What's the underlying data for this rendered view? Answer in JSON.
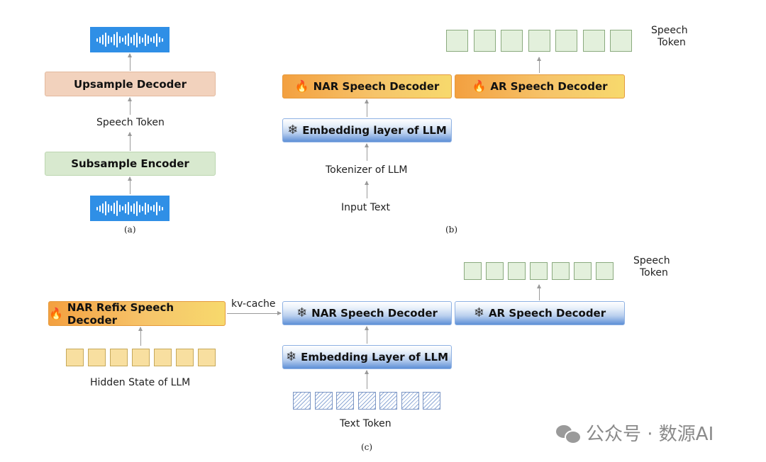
{
  "panel_a": {
    "upsample": "Upsample Decoder",
    "speech_token": "Speech Token",
    "subsample": "Subsample Encoder",
    "caption": "(a)"
  },
  "panel_b": {
    "nar_decoder": "NAR Speech Decoder",
    "ar_decoder": "AR Speech Decoder",
    "embedding": "Embedding layer of LLM",
    "tokenizer": "Tokenizer of LLM",
    "input_text": "Input Text",
    "speech_token_line1": "Speech",
    "speech_token_line2": "Token",
    "caption": "(b)"
  },
  "panel_c": {
    "refix_decoder": "NAR Refix Speech Decoder",
    "kv_cache": "kv-cache",
    "nar_decoder": "NAR Speech Decoder",
    "ar_decoder": "AR Speech Decoder",
    "embedding": "Embedding Layer of LLM",
    "hidden_state": "Hidden State of LLM",
    "text_token": "Text Token",
    "speech_token_line1": "Speech",
    "speech_token_line2": "Token",
    "caption": "(c)"
  },
  "icons": {
    "trainable": "flame-icon",
    "frozen": "snowflake-icon",
    "waveform": "waveform-icon"
  },
  "colors": {
    "orange_block": "#f3a040",
    "blue_block": "#5d8fd6",
    "peach_block": "#f2d2bd",
    "green_block": "#d8e9cf",
    "waveform": "#2f8fe6"
  },
  "watermark": {
    "text": "公众号 · 数源AI"
  }
}
